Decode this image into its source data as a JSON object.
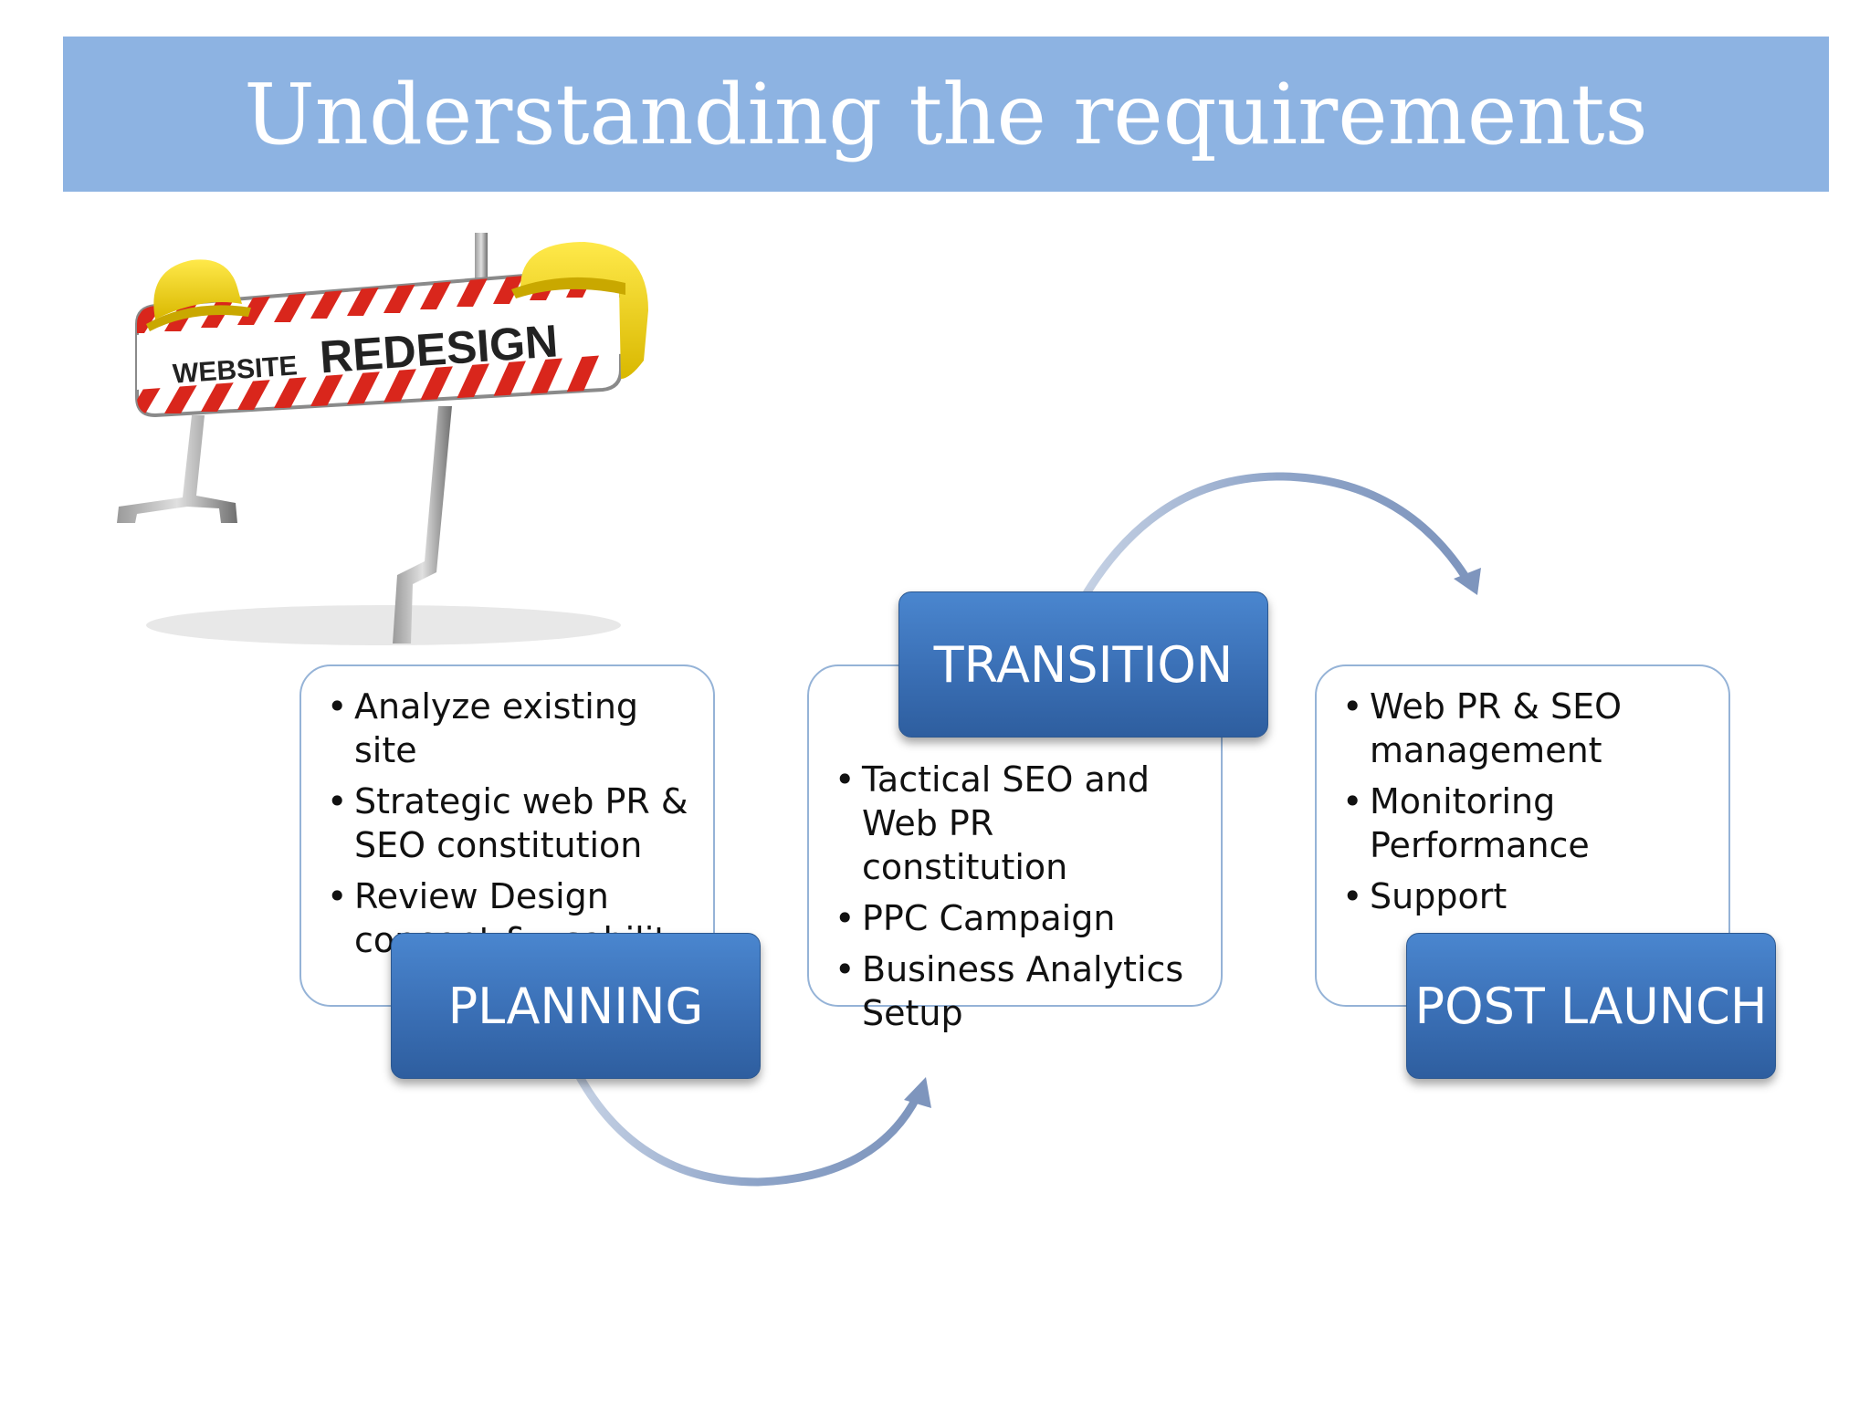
{
  "slide": {
    "title": "Understanding the requirements",
    "logo_text_small": "WEBSITE",
    "logo_text_large": "REDESIGN"
  },
  "stages": [
    {
      "label": "PLANNING",
      "items": [
        "Analyze existing site",
        "Strategic web PR & SEO constitution",
        "Review Design concept & usability"
      ]
    },
    {
      "label": "TRANSITION",
      "items": [
        "Tactical SEO and Web PR constitution",
        "PPC Campaign",
        "Business Analytics Setup"
      ]
    },
    {
      "label": "POST LAUNCH",
      "items": [
        "Web PR & SEO management",
        "Monitoring Performance",
        "Support"
      ]
    }
  ],
  "colors": {
    "title_bar": "#8db3e2",
    "stage_fill": "#3a6fb5",
    "card_border": "#95b3d7",
    "arrow": "#8ea4c8"
  }
}
